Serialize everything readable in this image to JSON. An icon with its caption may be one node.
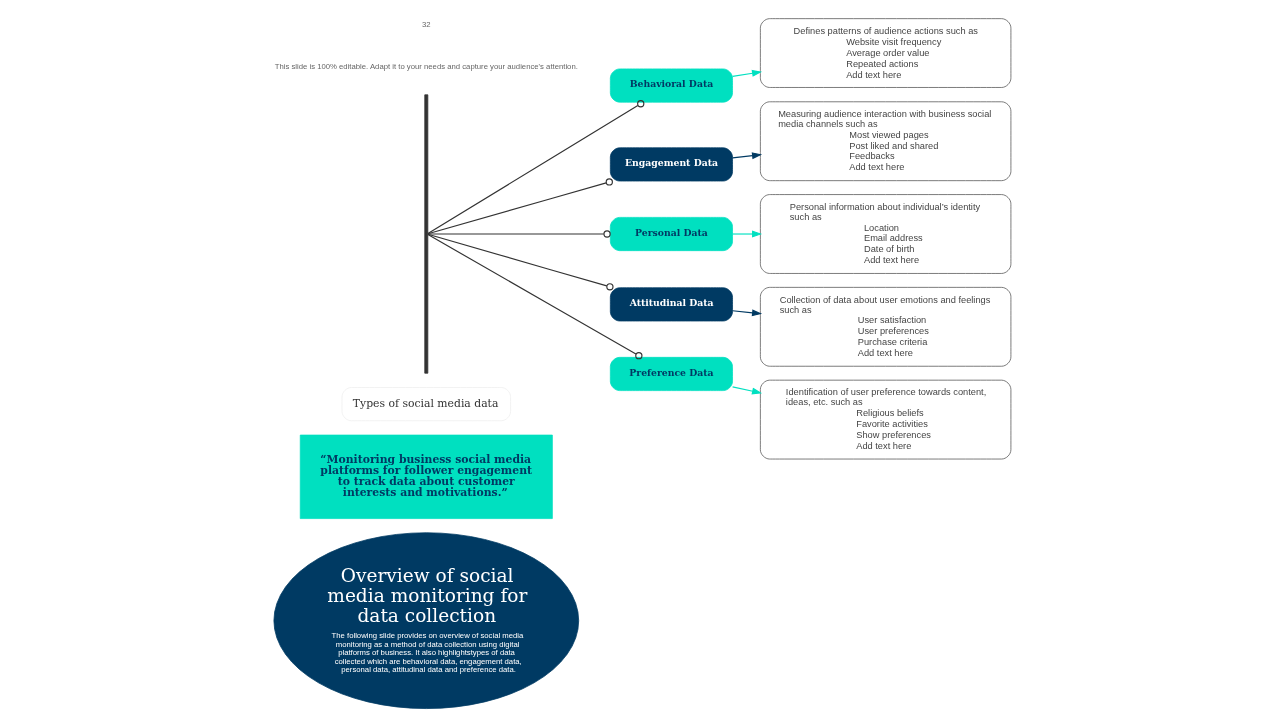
{
  "diagram": {
    "nodes": [
      {
        "text": [
          "Overview of social media monitoring for data collection",
          "The following slide provides on overview of social media monitoring as a method of data collection using digital platforms of business. It also highlightstypes of data collected which are behavioral data, engagement data, personal data, attitudinal data and preference data."
        ]
      },
      {
        "text": [
          "“Monitoring business social media platforms for follower engagement to track data about customer interests and motivations.”"
        ]
      },
      {
        "text": [
          "Types of social media data"
        ]
      },
      {
        "text": [],
        "shape": "bar"
      },
      {
        "text": [
          "Behavioral Data"
        ]
      },
      {
        "text": [
          "Defines patterns of audience actions such as",
          "Website visit frequency",
          "Average order value",
          "Repeated actions",
          "Add text here"
        ]
      },
      {
        "text": [
          "Engagement Data"
        ]
      },
      {
        "text": [
          "Measuring audience interaction with business social media channels such as",
          "Most viewed pages",
          "Post liked and shared",
          "Feedbacks",
          "Add text here"
        ]
      },
      {
        "text": [
          "Personal Data"
        ]
      },
      {
        "text": [
          "Personal information about individual’s identity such as",
          "Location",
          "Email address",
          "Date of birth",
          "Add text here"
        ]
      },
      {
        "text": [
          "Attitudinal Data"
        ]
      },
      {
        "text": [
          "Collection of data about user emotions and feelings such as",
          "User satisfaction",
          "User preferences",
          "Purchase criteria",
          "Add text here"
        ]
      },
      {
        "text": [
          "Preference Data"
        ]
      },
      {
        "text": [
          "Identification of user preference towards content, ideas, etc. such as",
          "Religious beliefs",
          "Favorite activities",
          "Show preferences",
          "Add text here"
        ]
      }
    ],
    "edges": [
      {
        "from": 3,
        "to": 4,
        "arrow": "other"
      },
      {
        "from": 3,
        "to": 6,
        "arrow": "other"
      },
      {
        "from": 3,
        "to": 8,
        "arrow": "other"
      },
      {
        "from": 3,
        "to": 10,
        "arrow": "other"
      },
      {
        "from": 3,
        "to": 12,
        "arrow": "other"
      },
      {
        "from": 4,
        "to": 5,
        "arrow": "to",
        "color": "#00e0c0"
      },
      {
        "from": 6,
        "to": 7,
        "arrow": "to",
        "color": "#003a63"
      },
      {
        "from": 8,
        "to": 9,
        "arrow": "to",
        "color": "#00e0c0"
      },
      {
        "from": 10,
        "to": 11,
        "arrow": "to",
        "color": "#003a63"
      },
      {
        "from": 12,
        "to": 13,
        "arrow": "to",
        "color": "#00e0c0"
      }
    ],
    "labels": [
      "This slide is 100% editable. Adapt it to your needs and capture your audience's attention.",
      "32"
    ]
  }
}
